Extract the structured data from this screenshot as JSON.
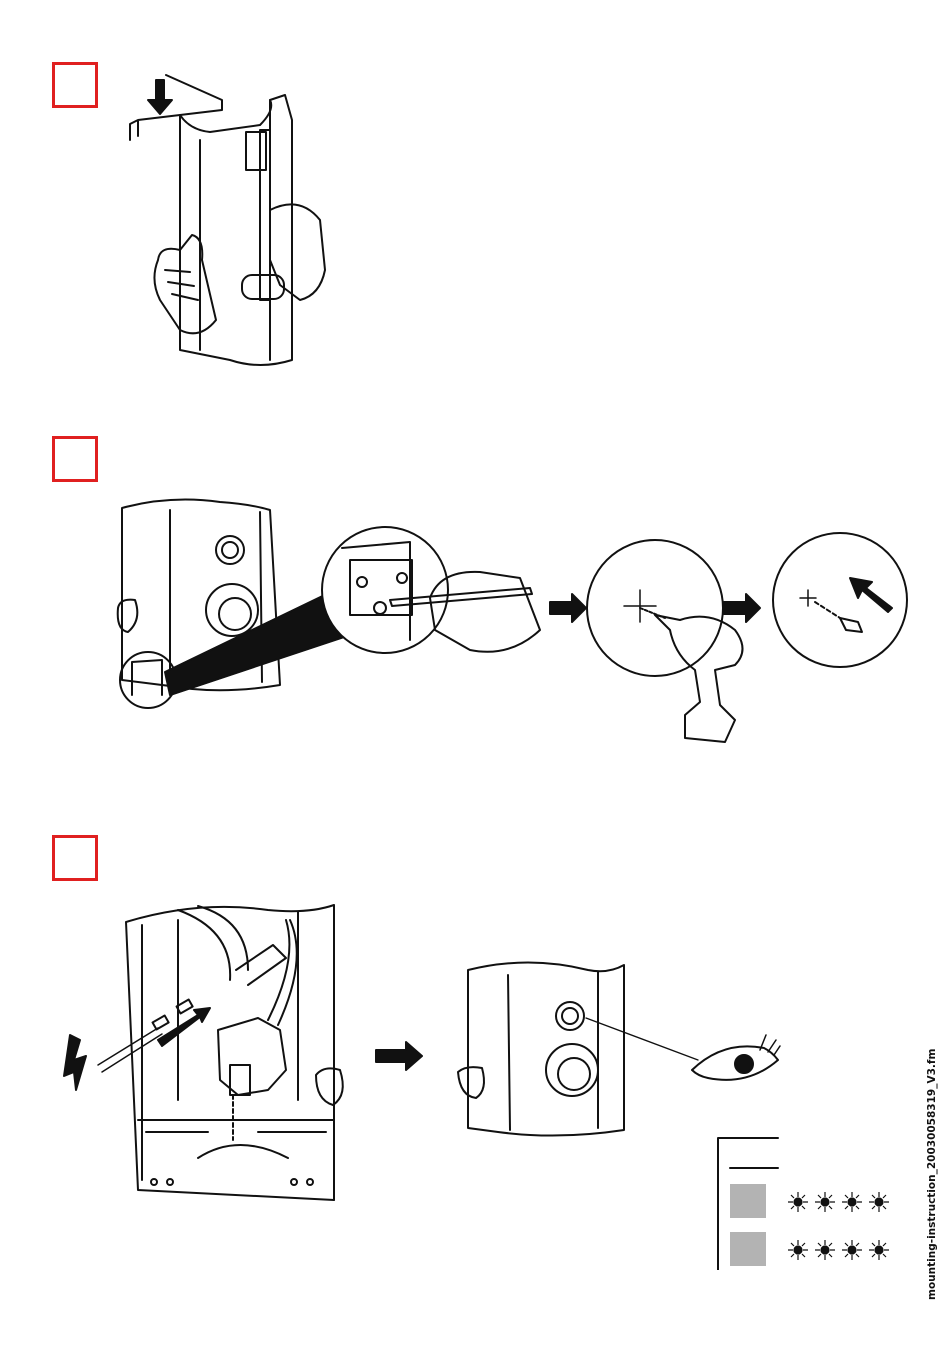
{
  "footer": {
    "file_label": "mounting-instruction_20030058319_V3.fm"
  },
  "steps": [
    {
      "number": ""
    },
    {
      "number": ""
    },
    {
      "number": ""
    }
  ],
  "colors": {
    "step_box": "#e02020",
    "line": "#111111",
    "grey_fill": "#b3b3b3"
  },
  "indicator_table": {
    "rows": [
      {
        "blinks": 4
      },
      {
        "blinks": 4
      }
    ]
  }
}
